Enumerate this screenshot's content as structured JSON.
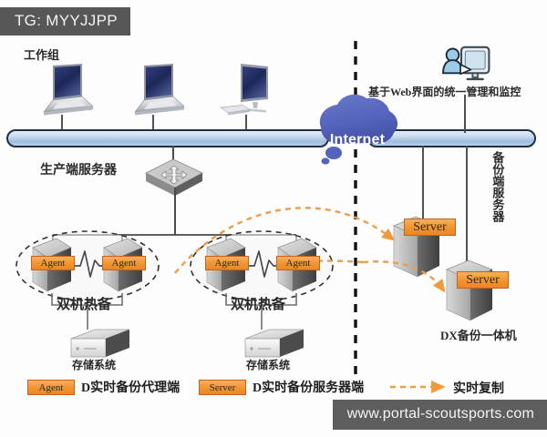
{
  "overlays": {
    "tg_badge": "TG: MYYJJPP",
    "watermark": "www.portal-scoutsports.com"
  },
  "colors": {
    "badge_orange": "#f0942f",
    "badge_orange_border": "#c4611a",
    "internet_cloud": "#5464bd",
    "network_bar": "#b9cfe8",
    "replication_arrow": "#eb9e4a",
    "divider": "#111111",
    "device_gray": "#a8a8a8",
    "overlay_gray": "#575757"
  },
  "diagram": {
    "title_workgroup": "工作组",
    "production_servers_label": "生产端服务器",
    "internet_label": "Internet",
    "web_management_label": "基于Web界面的统一管理和监控",
    "backup_servers_label": "备份端服务器",
    "appliance_label": "DX备份一体机",
    "clusters": [
      {
        "name": "双机热备",
        "storage_label": "存储系统",
        "agents": [
          "Agent",
          "Agent"
        ]
      },
      {
        "name": "双机热备",
        "storage_label": "存储系统",
        "agents": [
          "Agent",
          "Agent"
        ]
      }
    ],
    "backup_servers": [
      {
        "badge": "Server"
      },
      {
        "badge": "Server"
      }
    ],
    "workstations": [
      "laptop",
      "laptop",
      "desktop"
    ],
    "switch_icon": "network-switch-icon",
    "admin_icon": "admin-user-icon"
  },
  "legend": {
    "items": [
      {
        "chip": "Agent",
        "text": "D实时备份代理端"
      },
      {
        "chip": "Server",
        "text": "D实时备份服务器端"
      },
      {
        "chip": "",
        "text": "实时复制"
      }
    ]
  }
}
